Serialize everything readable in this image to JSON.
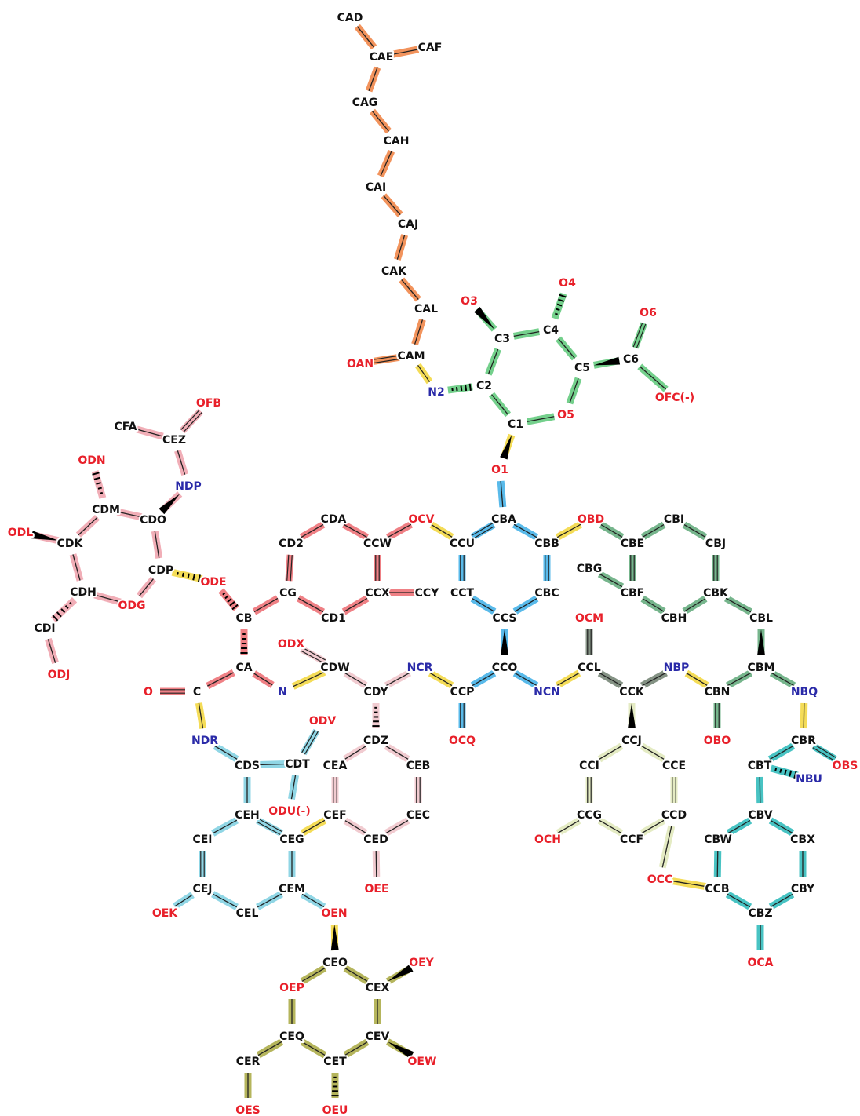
{
  "colors": {
    "carbon": "#111111",
    "oxygen": "#e8202a",
    "nitrogen": "#2a2aa8",
    "orange": "#f08040",
    "green": "#5cc878",
    "yellow": "#f2d63a",
    "blue": "#3caee6",
    "red": "#ec6a70",
    "dkgreen": "#5ea878",
    "pink": "#eea0aa",
    "cyan": "#7ccfe0",
    "rose": "#efc2c8",
    "pale": "#dfe8b8",
    "teal": "#28b8b8",
    "olive": "#a8a840",
    "gray": "#6f7f6f"
  },
  "atoms": [
    {
      "id": "CAD",
      "el": "C"
    },
    {
      "id": "CAE",
      "el": "C"
    },
    {
      "id": "CAF",
      "el": "C"
    },
    {
      "id": "CAG",
      "el": "C"
    },
    {
      "id": "CAH",
      "el": "C"
    },
    {
      "id": "CAI",
      "el": "C"
    },
    {
      "id": "CAJ",
      "el": "C"
    },
    {
      "id": "CAK",
      "el": "C"
    },
    {
      "id": "CAL",
      "el": "C"
    },
    {
      "id": "CAM",
      "el": "C"
    },
    {
      "id": "OAN",
      "el": "O"
    },
    {
      "id": "N2",
      "el": "N"
    },
    {
      "id": "C2",
      "el": "C"
    },
    {
      "id": "C3",
      "el": "C"
    },
    {
      "id": "O3",
      "el": "O"
    },
    {
      "id": "C4",
      "el": "C"
    },
    {
      "id": "O4",
      "el": "O"
    },
    {
      "id": "C5",
      "el": "C"
    },
    {
      "id": "C6",
      "el": "C"
    },
    {
      "id": "O6",
      "el": "O"
    },
    {
      "id": "OFC(-)",
      "el": "O"
    },
    {
      "id": "O5",
      "el": "O"
    },
    {
      "id": "C1",
      "el": "C"
    },
    {
      "id": "O1",
      "el": "O"
    },
    {
      "id": "CBA",
      "el": "C"
    },
    {
      "id": "CCU",
      "el": "C"
    },
    {
      "id": "CBB",
      "el": "C"
    },
    {
      "id": "CCT",
      "el": "C"
    },
    {
      "id": "CBC",
      "el": "C"
    },
    {
      "id": "CCS",
      "el": "C"
    },
    {
      "id": "OCV",
      "el": "O"
    },
    {
      "id": "OBD",
      "el": "O"
    },
    {
      "id": "CDA",
      "el": "C"
    },
    {
      "id": "CD2",
      "el": "C"
    },
    {
      "id": "CCW",
      "el": "C"
    },
    {
      "id": "CG",
      "el": "C"
    },
    {
      "id": "CCX",
      "el": "C"
    },
    {
      "id": "CCY",
      "el": "C"
    },
    {
      "id": "CD1",
      "el": "C"
    },
    {
      "id": "CB",
      "el": "C"
    },
    {
      "id": "CA",
      "el": "C"
    },
    {
      "id": "C",
      "el": "C"
    },
    {
      "id": "O",
      "el": "O"
    },
    {
      "id": "N",
      "el": "N"
    },
    {
      "id": "CBI",
      "el": "C"
    },
    {
      "id": "CBE",
      "el": "C"
    },
    {
      "id": "CBJ",
      "el": "C"
    },
    {
      "id": "CBG",
      "el": "C"
    },
    {
      "id": "CBF",
      "el": "C"
    },
    {
      "id": "CBK",
      "el": "C"
    },
    {
      "id": "CBH",
      "el": "C"
    },
    {
      "id": "CBL",
      "el": "C"
    },
    {
      "id": "CBM",
      "el": "C"
    },
    {
      "id": "NBQ",
      "el": "N"
    },
    {
      "id": "CBN",
      "el": "C"
    },
    {
      "id": "OBO",
      "el": "O"
    },
    {
      "id": "NBP",
      "el": "N"
    },
    {
      "id": "CCK",
      "el": "C"
    },
    {
      "id": "CCL",
      "el": "C"
    },
    {
      "id": "OCM",
      "el": "O"
    },
    {
      "id": "NCN",
      "el": "N"
    },
    {
      "id": "CCO",
      "el": "C"
    },
    {
      "id": "CCP",
      "el": "C"
    },
    {
      "id": "OCQ",
      "el": "O"
    },
    {
      "id": "NCR",
      "el": "N"
    },
    {
      "id": "CDY",
      "el": "C"
    },
    {
      "id": "CDW",
      "el": "C"
    },
    {
      "id": "ODX",
      "el": "O"
    },
    {
      "id": "CDZ",
      "el": "C"
    },
    {
      "id": "CEA",
      "el": "C"
    },
    {
      "id": "CEB",
      "el": "C"
    },
    {
      "id": "CEF",
      "el": "C"
    },
    {
      "id": "CEC",
      "el": "C"
    },
    {
      "id": "CED",
      "el": "C"
    },
    {
      "id": "OEE",
      "el": "O"
    },
    {
      "id": "NDR",
      "el": "N"
    },
    {
      "id": "CDS",
      "el": "C"
    },
    {
      "id": "CDT",
      "el": "C"
    },
    {
      "id": "ODV",
      "el": "O"
    },
    {
      "id": "ODU(-)",
      "el": "O"
    },
    {
      "id": "CEH",
      "el": "C"
    },
    {
      "id": "CEI",
      "el": "C"
    },
    {
      "id": "CEG",
      "el": "C"
    },
    {
      "id": "CEJ",
      "el": "C"
    },
    {
      "id": "CEM",
      "el": "C"
    },
    {
      "id": "CEL",
      "el": "C"
    },
    {
      "id": "OEK",
      "el": "O"
    },
    {
      "id": "OEN",
      "el": "O"
    },
    {
      "id": "CEO",
      "el": "C"
    },
    {
      "id": "OEY",
      "el": "O"
    },
    {
      "id": "OEP",
      "el": "O"
    },
    {
      "id": "CEX",
      "el": "C"
    },
    {
      "id": "CEQ",
      "el": "C"
    },
    {
      "id": "CEV",
      "el": "C"
    },
    {
      "id": "CER",
      "el": "C"
    },
    {
      "id": "CET",
      "el": "C"
    },
    {
      "id": "OEW",
      "el": "O"
    },
    {
      "id": "OES",
      "el": "O"
    },
    {
      "id": "OEU",
      "el": "O"
    },
    {
      "id": "CCJ",
      "el": "C"
    },
    {
      "id": "CCI",
      "el": "C"
    },
    {
      "id": "CCE",
      "el": "C"
    },
    {
      "id": "CCG",
      "el": "C"
    },
    {
      "id": "CCD",
      "el": "C"
    },
    {
      "id": "OCH",
      "el": "O"
    },
    {
      "id": "CCF",
      "el": "C"
    },
    {
      "id": "OCC",
      "el": "O"
    },
    {
      "id": "CCB",
      "el": "C"
    },
    {
      "id": "CBR",
      "el": "C"
    },
    {
      "id": "OBS",
      "el": "O"
    },
    {
      "id": "CBT",
      "el": "C"
    },
    {
      "id": "NBU",
      "el": "N"
    },
    {
      "id": "CBV",
      "el": "C"
    },
    {
      "id": "CBW",
      "el": "C"
    },
    {
      "id": "CBX",
      "el": "C"
    },
    {
      "id": "CBY",
      "el": "C"
    },
    {
      "id": "CBZ",
      "el": "C"
    },
    {
      "id": "OCA",
      "el": "O"
    },
    {
      "id": "CFA",
      "el": "C"
    },
    {
      "id": "CEZ",
      "el": "C"
    },
    {
      "id": "OFB",
      "el": "O"
    },
    {
      "id": "NDP",
      "el": "N"
    },
    {
      "id": "ODN",
      "el": "O"
    },
    {
      "id": "CDM",
      "el": "C"
    },
    {
      "id": "CDO",
      "el": "C"
    },
    {
      "id": "ODL",
      "el": "O"
    },
    {
      "id": "CDK",
      "el": "C"
    },
    {
      "id": "CDP",
      "el": "C"
    },
    {
      "id": "ODE",
      "el": "O"
    },
    {
      "id": "CDH",
      "el": "C"
    },
    {
      "id": "ODG",
      "el": "O"
    },
    {
      "id": "CDI",
      "el": "C"
    },
    {
      "id": "ODJ",
      "el": "O"
    }
  ],
  "bonds": [
    {
      "a": "CAD",
      "b": "CAE",
      "c": "orange"
    },
    {
      "a": "CAE",
      "b": "CAF",
      "c": "orange"
    },
    {
      "a": "CAE",
      "b": "CAG",
      "c": "orange"
    },
    {
      "a": "CAG",
      "b": "CAH",
      "c": "orange"
    },
    {
      "a": "CAH",
      "b": "CAI",
      "c": "orange"
    },
    {
      "a": "CAI",
      "b": "CAJ",
      "c": "orange"
    },
    {
      "a": "CAJ",
      "b": "CAK",
      "c": "orange"
    },
    {
      "a": "CAK",
      "b": "CAL",
      "c": "orange"
    },
    {
      "a": "CAL",
      "b": "CAM",
      "c": "orange"
    },
    {
      "a": "CAM",
      "b": "OAN",
      "c": "orange",
      "o": 2
    },
    {
      "a": "CAM",
      "b": "N2",
      "c": "yellow"
    },
    {
      "a": "N2",
      "b": "C2",
      "c": "green",
      "s": "hash"
    },
    {
      "a": "C2",
      "b": "C3",
      "c": "green"
    },
    {
      "a": "C3",
      "b": "O3",
      "c": "green",
      "s": "wedge"
    },
    {
      "a": "C3",
      "b": "C4",
      "c": "green"
    },
    {
      "a": "C4",
      "b": "O4",
      "c": "green",
      "s": "hash"
    },
    {
      "a": "C4",
      "b": "C5",
      "c": "green"
    },
    {
      "a": "C5",
      "b": "C6",
      "c": "green",
      "s": "wedge"
    },
    {
      "a": "C6",
      "b": "O6",
      "c": "green",
      "o": 2
    },
    {
      "a": "C6",
      "b": "OFC(-)",
      "c": "green"
    },
    {
      "a": "C5",
      "b": "O5",
      "c": "green"
    },
    {
      "a": "O5",
      "b": "C1",
      "c": "green"
    },
    {
      "a": "C1",
      "b": "C2",
      "c": "green"
    },
    {
      "a": "C1",
      "b": "O1",
      "c": "yellow",
      "s": "wedge"
    },
    {
      "a": "O1",
      "b": "CBA",
      "c": "blue"
    },
    {
      "a": "CBA",
      "b": "CCU",
      "c": "blue",
      "o": 2
    },
    {
      "a": "CBA",
      "b": "CBB",
      "c": "blue"
    },
    {
      "a": "CCU",
      "b": "CCT",
      "c": "blue",
      "o": 2
    },
    {
      "a": "CBB",
      "b": "CBC",
      "c": "blue",
      "o": 2
    },
    {
      "a": "CCT",
      "b": "CCS",
      "c": "blue"
    },
    {
      "a": "CBC",
      "b": "CCS",
      "c": "blue"
    },
    {
      "a": "CCU",
      "b": "OCV",
      "c": "yellow"
    },
    {
      "a": "OCV",
      "b": "CCW",
      "c": "red"
    },
    {
      "a": "CBB",
      "b": "OBD",
      "c": "yellow"
    },
    {
      "a": "OBD",
      "b": "CBE",
      "c": "dkgreen"
    },
    {
      "a": "CDA",
      "b": "CD2",
      "c": "red"
    },
    {
      "a": "CDA",
      "b": "CCW",
      "c": "red"
    },
    {
      "a": "CD2",
      "b": "CG",
      "c": "red",
      "o": 2
    },
    {
      "a": "CCW",
      "b": "CCX",
      "c": "red",
      "o": 2
    },
    {
      "a": "CG",
      "b": "CD1",
      "c": "red"
    },
    {
      "a": "CCX",
      "b": "CD1",
      "c": "red"
    },
    {
      "a": "CCX",
      "b": "CCY",
      "c": "red"
    },
    {
      "a": "CG",
      "b": "CB",
      "c": "red"
    },
    {
      "a": "CB",
      "b": "CA",
      "c": "red",
      "s": "hash"
    },
    {
      "a": "CA",
      "b": "C",
      "c": "red"
    },
    {
      "a": "C",
      "b": "O",
      "c": "red",
      "o": 2
    },
    {
      "a": "CA",
      "b": "N",
      "c": "red"
    },
    {
      "a": "N",
      "b": "CDW",
      "c": "yellow"
    },
    {
      "a": "C",
      "b": "NDR",
      "c": "yellow"
    },
    {
      "a": "CBI",
      "b": "CBE",
      "c": "dkgreen"
    },
    {
      "a": "CBI",
      "b": "CBJ",
      "c": "dkgreen"
    },
    {
      "a": "CBE",
      "b": "CBF",
      "c": "dkgreen",
      "o": 2
    },
    {
      "a": "CBJ",
      "b": "CBK",
      "c": "dkgreen",
      "o": 2
    },
    {
      "a": "CBG",
      "b": "CBF",
      "c": "dkgreen"
    },
    {
      "a": "CBF",
      "b": "CBH",
      "c": "dkgreen"
    },
    {
      "a": "CBK",
      "b": "CBH",
      "c": "dkgreen"
    },
    {
      "a": "CBK",
      "b": "CBL",
      "c": "dkgreen"
    },
    {
      "a": "CBL",
      "b": "CBM",
      "c": "dkgreen",
      "s": "wedge"
    },
    {
      "a": "CBM",
      "b": "NBQ",
      "c": "dkgreen"
    },
    {
      "a": "CBM",
      "b": "CBN",
      "c": "dkgreen"
    },
    {
      "a": "CBN",
      "b": "OBO",
      "c": "dkgreen",
      "o": 2
    },
    {
      "a": "CBN",
      "b": "NBP",
      "c": "yellow"
    },
    {
      "a": "NBP",
      "b": "CCK",
      "c": "gray"
    },
    {
      "a": "CCK",
      "b": "CCL",
      "c": "gray"
    },
    {
      "a": "CCL",
      "b": "OCM",
      "c": "gray",
      "o": 2
    },
    {
      "a": "CCL",
      "b": "NCN",
      "c": "yellow"
    },
    {
      "a": "NCN",
      "b": "CCO",
      "c": "blue"
    },
    {
      "a": "CCS",
      "b": "CCO",
      "c": "blue",
      "s": "wedge"
    },
    {
      "a": "CCO",
      "b": "CCP",
      "c": "blue"
    },
    {
      "a": "CCP",
      "b": "OCQ",
      "c": "blue",
      "o": 2
    },
    {
      "a": "CCP",
      "b": "NCR",
      "c": "yellow"
    },
    {
      "a": "NCR",
      "b": "CDY",
      "c": "rose"
    },
    {
      "a": "CDY",
      "b": "CDW",
      "c": "rose"
    },
    {
      "a": "CDW",
      "b": "ODX",
      "c": "rose",
      "o": 2
    },
    {
      "a": "CDY",
      "b": "CDZ",
      "c": "rose",
      "s": "hash"
    },
    {
      "a": "CDZ",
      "b": "CEA",
      "c": "rose"
    },
    {
      "a": "CDZ",
      "b": "CEB",
      "c": "rose"
    },
    {
      "a": "CEA",
      "b": "CEF",
      "c": "rose",
      "o": 2
    },
    {
      "a": "CEB",
      "b": "CEC",
      "c": "rose",
      "o": 2
    },
    {
      "a": "CEF",
      "b": "CED",
      "c": "rose"
    },
    {
      "a": "CEC",
      "b": "CED",
      "c": "rose"
    },
    {
      "a": "CED",
      "b": "OEE",
      "c": "rose"
    },
    {
      "a": "NDR",
      "b": "CDS",
      "c": "cyan"
    },
    {
      "a": "CDS",
      "b": "CDT",
      "c": "cyan"
    },
    {
      "a": "CDT",
      "b": "ODV",
      "c": "cyan",
      "o": 2
    },
    {
      "a": "CDT",
      "b": "ODU(-)",
      "c": "cyan"
    },
    {
      "a": "CDS",
      "b": "CEH",
      "c": "cyan"
    },
    {
      "a": "CEH",
      "b": "CEI",
      "c": "cyan"
    },
    {
      "a": "CEH",
      "b": "CEG",
      "c": "cyan",
      "o": 2
    },
    {
      "a": "CEG",
      "b": "CEF",
      "c": "yellow"
    },
    {
      "a": "CEI",
      "b": "CEJ",
      "c": "cyan",
      "o": 2
    },
    {
      "a": "CEG",
      "b": "CEM",
      "c": "cyan"
    },
    {
      "a": "CEJ",
      "b": "CEL",
      "c": "cyan"
    },
    {
      "a": "CEM",
      "b": "CEL",
      "c": "cyan"
    },
    {
      "a": "CEJ",
      "b": "OEK",
      "c": "cyan"
    },
    {
      "a": "CEM",
      "b": "OEN",
      "c": "cyan"
    },
    {
      "a": "OEN",
      "b": "CEO",
      "c": "yellow",
      "s": "wedge"
    },
    {
      "a": "CEO",
      "b": "OEP",
      "c": "olive"
    },
    {
      "a": "CEO",
      "b": "CEX",
      "c": "olive"
    },
    {
      "a": "CEX",
      "b": "OEY",
      "c": "olive",
      "s": "wedge"
    },
    {
      "a": "OEP",
      "b": "CEQ",
      "c": "olive"
    },
    {
      "a": "CEX",
      "b": "CEV",
      "c": "olive"
    },
    {
      "a": "CEQ",
      "b": "CER",
      "c": "olive"
    },
    {
      "a": "CEQ",
      "b": "CET",
      "c": "olive"
    },
    {
      "a": "CEV",
      "b": "CET",
      "c": "olive"
    },
    {
      "a": "CEV",
      "b": "OEW",
      "c": "olive",
      "s": "wedge"
    },
    {
      "a": "CER",
      "b": "OES",
      "c": "olive"
    },
    {
      "a": "CET",
      "b": "OEU",
      "c": "olive",
      "s": "hash"
    },
    {
      "a": "CCK",
      "b": "CCJ",
      "c": "pale",
      "s": "wedge"
    },
    {
      "a": "CCJ",
      "b": "CCI",
      "c": "pale"
    },
    {
      "a": "CCJ",
      "b": "CCE",
      "c": "pale"
    },
    {
      "a": "CCI",
      "b": "CCG",
      "c": "pale",
      "o": 2
    },
    {
      "a": "CCE",
      "b": "CCD",
      "c": "pale",
      "o": 2
    },
    {
      "a": "CCG",
      "b": "CCF",
      "c": "pale"
    },
    {
      "a": "CCD",
      "b": "CCF",
      "c": "pale"
    },
    {
      "a": "CCG",
      "b": "OCH",
      "c": "pale"
    },
    {
      "a": "CCD",
      "b": "OCC",
      "c": "pale"
    },
    {
      "a": "OCC",
      "b": "CCB",
      "c": "yellow"
    },
    {
      "a": "NBQ",
      "b": "CBR",
      "c": "yellow"
    },
    {
      "a": "CBR",
      "b": "OBS",
      "c": "teal",
      "o": 2
    },
    {
      "a": "CBR",
      "b": "CBT",
      "c": "teal"
    },
    {
      "a": "CBT",
      "b": "NBU",
      "c": "teal",
      "s": "hash"
    },
    {
      "a": "CBT",
      "b": "CBV",
      "c": "teal"
    },
    {
      "a": "CBV",
      "b": "CBW",
      "c": "teal"
    },
    {
      "a": "CBV",
      "b": "CBX",
      "c": "teal"
    },
    {
      "a": "CBW",
      "b": "CCB",
      "c": "teal"
    },
    {
      "a": "CBX",
      "b": "CBY",
      "c": "teal"
    },
    {
      "a": "CCB",
      "b": "CBZ",
      "c": "teal"
    },
    {
      "a": "CBY",
      "b": "CBZ",
      "c": "teal"
    },
    {
      "a": "CBZ",
      "b": "OCA",
      "c": "teal"
    },
    {
      "a": "CFA",
      "b": "CEZ",
      "c": "pink"
    },
    {
      "a": "CEZ",
      "b": "OFB",
      "c": "pink",
      "o": 2
    },
    {
      "a": "CEZ",
      "b": "NDP",
      "c": "pink"
    },
    {
      "a": "NDP",
      "b": "CDO",
      "c": "pink",
      "s": "wedge"
    },
    {
      "a": "CDM",
      "b": "ODN",
      "c": "pink",
      "s": "hash"
    },
    {
      "a": "CDM",
      "b": "CDO",
      "c": "pink"
    },
    {
      "a": "CDM",
      "b": "CDK",
      "c": "pink"
    },
    {
      "a": "CDK",
      "b": "ODL",
      "c": "pink",
      "s": "wedge"
    },
    {
      "a": "CDO",
      "b": "CDP",
      "c": "pink"
    },
    {
      "a": "CDP",
      "b": "ODE",
      "c": "yellow",
      "s": "hash"
    },
    {
      "a": "ODE",
      "b": "CB",
      "c": "red",
      "s": "hash"
    },
    {
      "a": "CDP",
      "b": "ODG",
      "c": "pink"
    },
    {
      "a": "CDK",
      "b": "CDH",
      "c": "pink"
    },
    {
      "a": "CDH",
      "b": "ODG",
      "c": "pink"
    },
    {
      "a": "CDH",
      "b": "CDI",
      "c": "pink",
      "s": "hash"
    },
    {
      "a": "CDI",
      "b": "ODJ",
      "c": "pink"
    }
  ]
}
